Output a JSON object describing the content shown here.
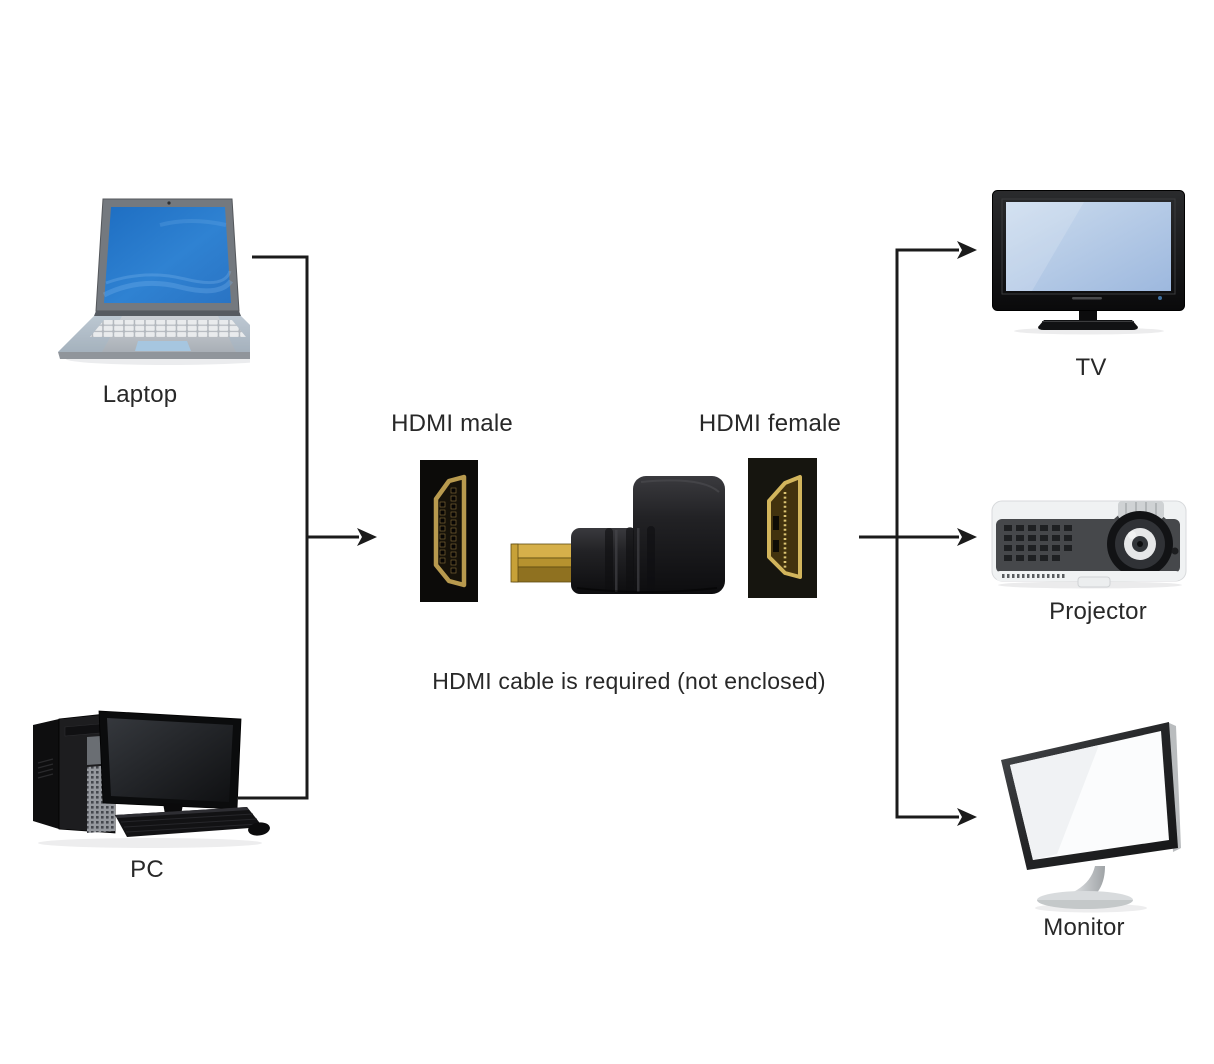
{
  "diagram": {
    "note": "HDMI cable is required (not enclosed)",
    "connector_labels": {
      "male": "HDMI male",
      "female": "HDMI female"
    },
    "sources": [
      {
        "id": "laptop",
        "label": "Laptop"
      },
      {
        "id": "pc",
        "label": "PC"
      }
    ],
    "destinations": [
      {
        "id": "tv",
        "label": "TV"
      },
      {
        "id": "projector",
        "label": "Projector"
      },
      {
        "id": "monitor",
        "label": "Monitor"
      }
    ],
    "icons": [
      "laptop-image",
      "pc-image",
      "hdmi-male-connector-image",
      "hdmi-right-angle-adapter-image",
      "hdmi-female-connector-image",
      "tv-image",
      "projector-image",
      "monitor-image",
      "arrow-icon"
    ],
    "colors": {
      "background": "#ffffff",
      "line": "#1b1b1b",
      "text": "#282828",
      "laptop_screen_blue": "#2f7fd0",
      "tv_screen_blue": "#bfd6ec",
      "connector_gold": "#c2a14c"
    }
  }
}
